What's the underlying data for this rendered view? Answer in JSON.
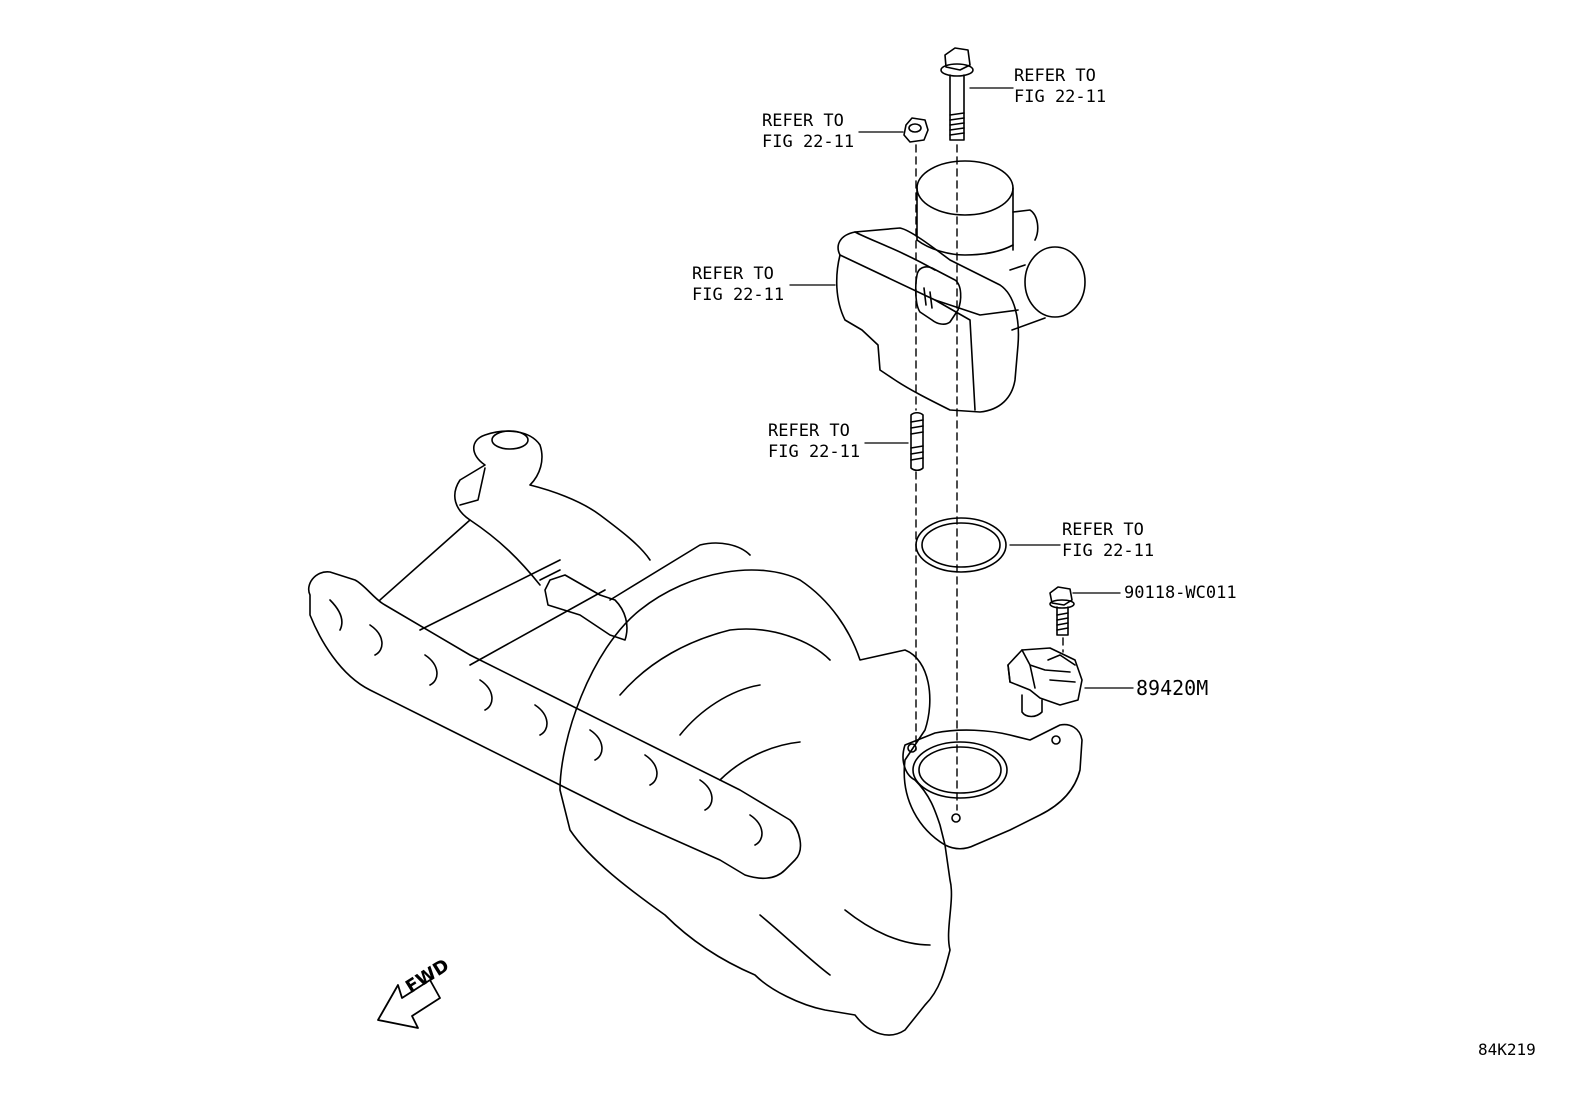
{
  "callouts": {
    "bolt_top": {
      "line1": "REFER TO",
      "line2": "FIG 22-11"
    },
    "nut_top": {
      "line1": "REFER TO",
      "line2": "FIG 22-11"
    },
    "throttle_body": {
      "line1": "REFER TO",
      "line2": "FIG 22-11"
    },
    "stud": {
      "line1": "REFER TO",
      "line2": "FIG 22-11"
    },
    "gasket": {
      "line1": "REFER TO",
      "line2": "FIG 22-11"
    }
  },
  "part_numbers": {
    "bolt": "90118-WC011",
    "sensor": "89420M"
  },
  "direction_label": "FWD",
  "figure_id": "84K219",
  "icons": {
    "direction": "forward-arrow-icon"
  }
}
